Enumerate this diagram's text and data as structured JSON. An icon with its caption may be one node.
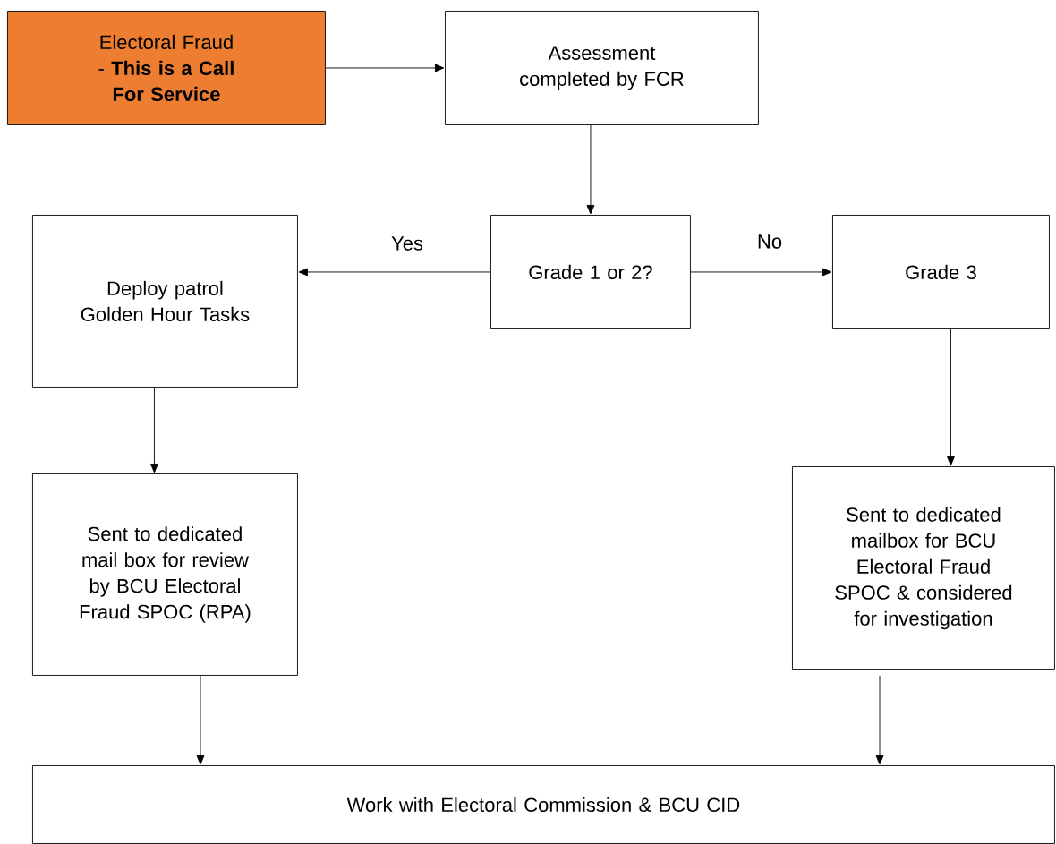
{
  "diagram": {
    "nodes": [
      {
        "text": [
          "Electoral Fraud - **This is a Call For Service**"
        ]
      },
      {
        "text": [
          "Assessment completed by FCR"
        ]
      },
      {
        "text": [
          "Grade 1 or 2?"
        ]
      },
      {
        "text": [
          "Deploy patrol Golden Hour Tasks"
        ]
      },
      {
        "text": [
          "Grade 3"
        ]
      },
      {
        "text": [
          "Sent to dedicated mail box for review by BCU Electoral Fraud SPOC (RPA)"
        ]
      },
      {
        "text": [
          "Sent to dedicated mailbox for BCU Electoral Fraud SPOC & considered for investigation"
        ]
      },
      {
        "text": [
          "Work with Electoral Commission & BCU CID"
        ]
      }
    ],
    "edges": [
      {
        "from": 0,
        "to": 1,
        "arrow": "to"
      },
      {
        "from": 1,
        "to": 2,
        "arrow": "to"
      },
      {
        "from": 2,
        "to": 3,
        "arrow": "to",
        "label": "Yes"
      },
      {
        "from": 2,
        "to": 4,
        "arrow": "to",
        "label": "No"
      },
      {
        "from": 3,
        "to": 5,
        "arrow": "to"
      },
      {
        "from": 4,
        "to": 6,
        "arrow": "to"
      },
      {
        "from": 5,
        "to": 7,
        "arrow": "to"
      },
      {
        "from": 6,
        "to": 7,
        "arrow": "to"
      }
    ]
  }
}
